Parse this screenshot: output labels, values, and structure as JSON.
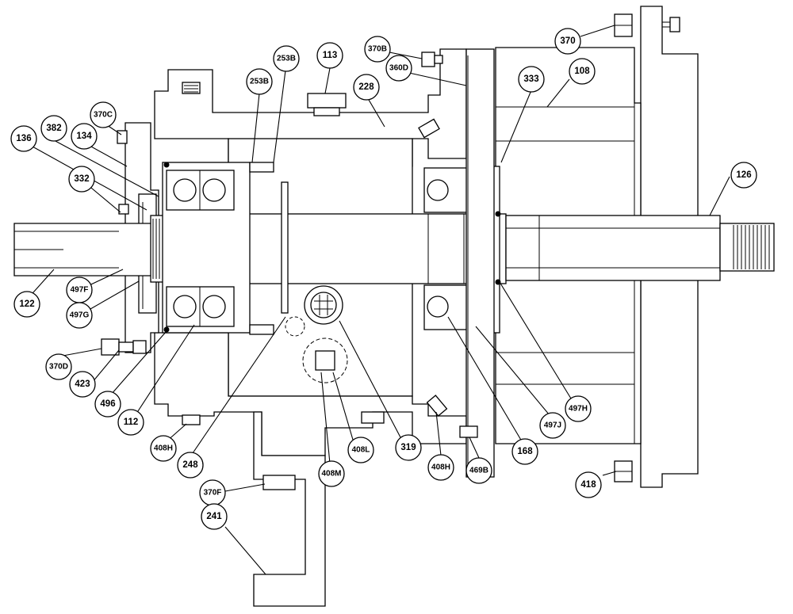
{
  "labels": {
    "l370": "370",
    "l370B": "370B",
    "l113": "113",
    "l253B_top": "253B",
    "l253B": "253B",
    "l360D": "360D",
    "l228": "228",
    "l333": "333",
    "l108": "108",
    "l370C": "370C",
    "l382": "382",
    "l136": "136",
    "l134": "134",
    "l332": "332",
    "l126": "126",
    "l122": "122",
    "l497F": "497F",
    "l497G": "497G",
    "l370D": "370D",
    "l423": "423",
    "l496": "496",
    "l112": "112",
    "l408H_left": "408H",
    "l248": "248",
    "l408L": "408L",
    "l408M": "408M",
    "l319": "319",
    "l408H_right": "408H",
    "l469B": "469B",
    "l168": "168",
    "l497J": "497J",
    "l497H": "497H",
    "l418": "418",
    "l370F": "370F",
    "l241": "241"
  }
}
